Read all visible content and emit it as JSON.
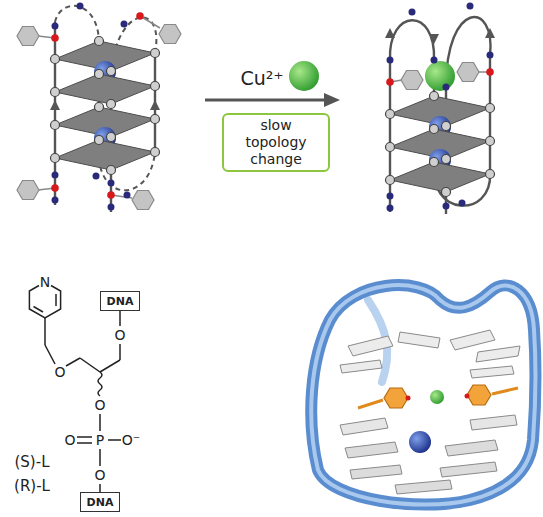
{
  "diagram": {
    "nodes": [
      {
        "text": [
          "slow topology change"
        ]
      },
      {
        "text": [
          "DNA"
        ]
      },
      {
        "text": [
          "DNA"
        ]
      }
    ],
    "labels": [
      "Cu²⁺",
      "N",
      "O",
      "O",
      "O",
      "O",
      "P",
      "O⁻",
      "O",
      "(S)-L",
      "(R)-L"
    ]
  }
}
